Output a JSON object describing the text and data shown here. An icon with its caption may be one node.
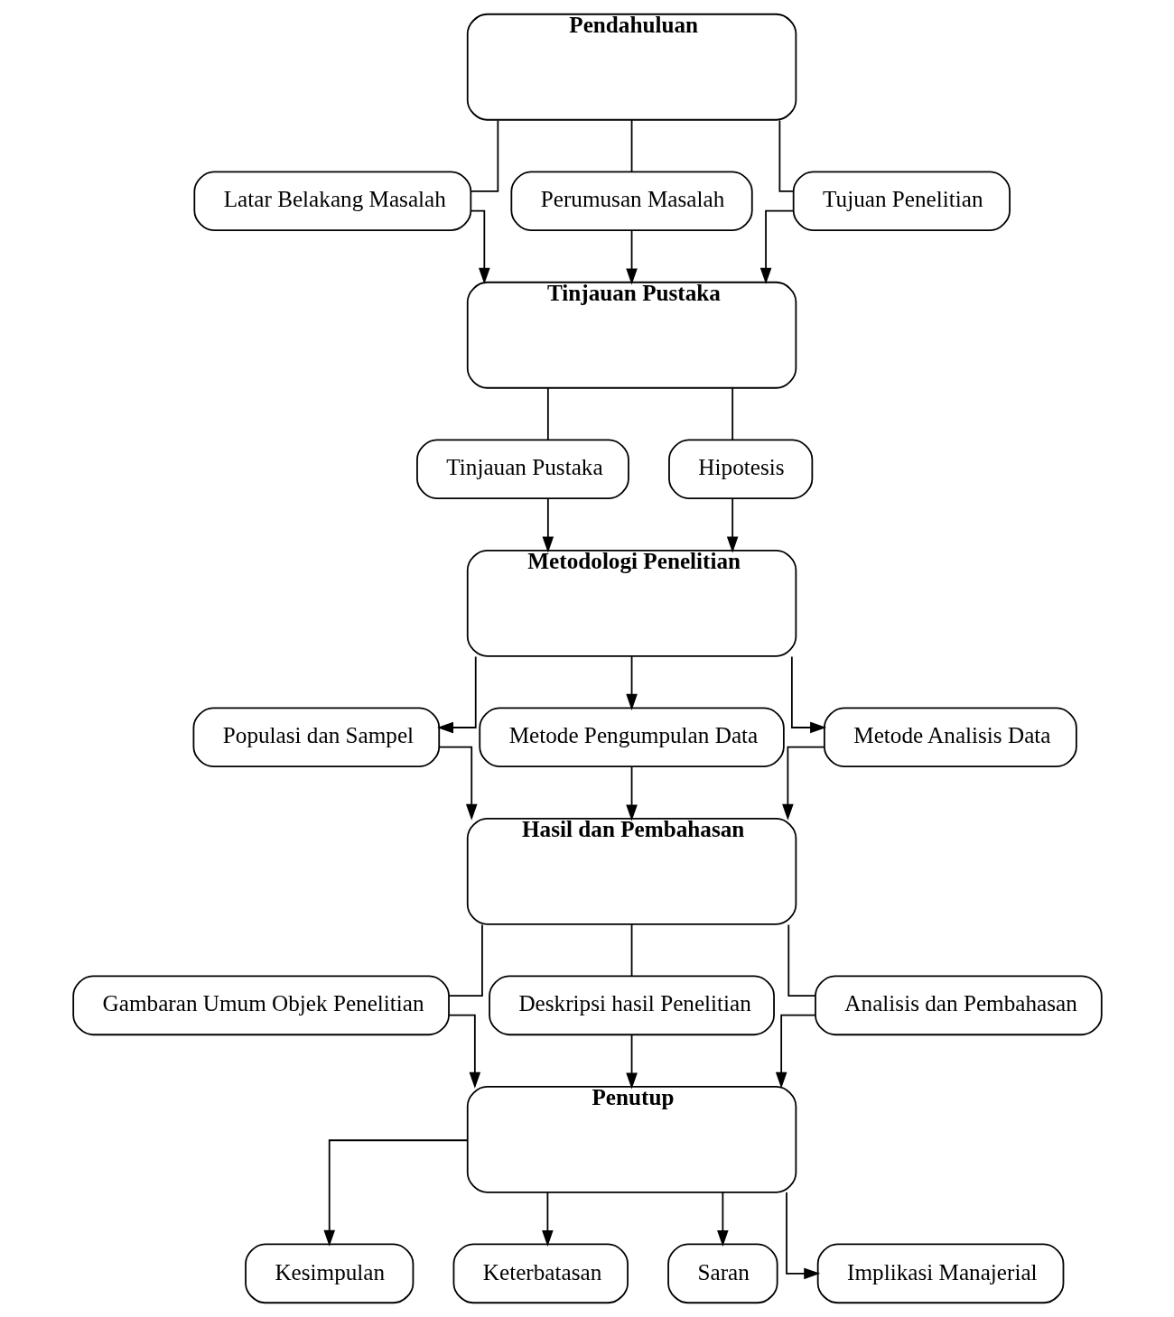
{
  "diagram": {
    "nodes": [
      {
        "text": [
          "Pendahuluan"
        ]
      },
      {
        "text": [
          "Latar Belakang Masalah"
        ]
      },
      {
        "text": [
          "Perumusan Masalah"
        ]
      },
      {
        "text": [
          "Tujuan Penelitian"
        ]
      },
      {
        "text": [
          "Tinjauan Pustaka"
        ]
      },
      {
        "text": [
          "Tinjauan Pustaka"
        ]
      },
      {
        "text": [
          "Hipotesis"
        ]
      },
      {
        "text": [
          "Metodologi Penelitian"
        ]
      },
      {
        "text": [
          "Populasi dan Sampel"
        ]
      },
      {
        "text": [
          "Metode Pengumpulan Data"
        ]
      },
      {
        "text": [
          "Metode Analisis Data"
        ]
      },
      {
        "text": [
          "Hasil dan Pembahasan"
        ]
      },
      {
        "text": [
          "Gambaran Umum Objek Penelitian"
        ]
      },
      {
        "text": [
          "Deskripsi hasil Penelitian"
        ]
      },
      {
        "text": [
          "Analisis dan Pembahasan"
        ]
      },
      {
        "text": [
          "Penutup"
        ]
      },
      {
        "text": [
          "Kesimpulan"
        ]
      },
      {
        "text": [
          "Keterbatasan"
        ]
      },
      {
        "text": [
          "Saran"
        ]
      },
      {
        "text": [
          "Implikasi Manajerial"
        ]
      }
    ],
    "edges": [
      {
        "from": 0,
        "to": 1,
        "arrow": "none"
      },
      {
        "from": 0,
        "to": 2,
        "arrow": "none"
      },
      {
        "from": 0,
        "to": 3,
        "arrow": "none"
      },
      {
        "from": 1,
        "to": 4,
        "arrow": "to"
      },
      {
        "from": 2,
        "to": 4,
        "arrow": "to"
      },
      {
        "from": 3,
        "to": 4,
        "arrow": "to"
      },
      {
        "from": 4,
        "to": 5,
        "arrow": "none"
      },
      {
        "from": 4,
        "to": 6,
        "arrow": "none"
      },
      {
        "from": 5,
        "to": 7,
        "arrow": "to"
      },
      {
        "from": 6,
        "to": 7,
        "arrow": "to"
      },
      {
        "from": 7,
        "to": 8,
        "arrow": "to"
      },
      {
        "from": 7,
        "to": 9,
        "arrow": "to"
      },
      {
        "from": 7,
        "to": 10,
        "arrow": "to"
      },
      {
        "from": 8,
        "to": 11,
        "arrow": "to"
      },
      {
        "from": 9,
        "to": 11,
        "arrow": "to"
      },
      {
        "from": 10,
        "to": 11,
        "arrow": "to"
      },
      {
        "from": 11,
        "to": 12,
        "arrow": "none"
      },
      {
        "from": 11,
        "to": 13,
        "arrow": "none"
      },
      {
        "from": 11,
        "to": 14,
        "arrow": "none"
      },
      {
        "from": 12,
        "to": 15,
        "arrow": "to"
      },
      {
        "from": 13,
        "to": 15,
        "arrow": "to"
      },
      {
        "from": 14,
        "to": 15,
        "arrow": "to"
      },
      {
        "from": 15,
        "to": 16,
        "arrow": "to"
      },
      {
        "from": 15,
        "to": 17,
        "arrow": "to"
      },
      {
        "from": 15,
        "to": 18,
        "arrow": "to"
      },
      {
        "from": 15,
        "to": 19,
        "arrow": "to"
      }
    ]
  }
}
